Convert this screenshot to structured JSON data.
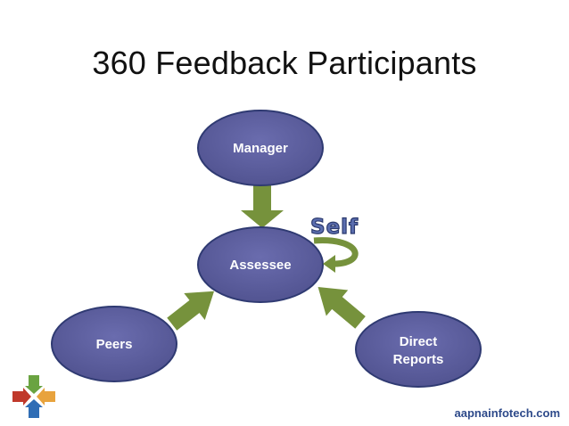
{
  "title": "360 Feedback Participants",
  "nodes": {
    "manager": "Manager",
    "assessee": "Assessee",
    "peers": "Peers",
    "direct_reports_line1": "Direct",
    "direct_reports_line2": "Reports"
  },
  "self_label": "Self",
  "footer": "aapnainfotech.com",
  "colors": {
    "node_fill": "#5b5d9e",
    "node_stroke": "#2f3a72",
    "arrow_fill": "#76923c",
    "self_text": "#5b6eb0",
    "footer_text": "#2e4a8a"
  },
  "logo": {
    "icon": "cross-arrows-logo-icon"
  }
}
